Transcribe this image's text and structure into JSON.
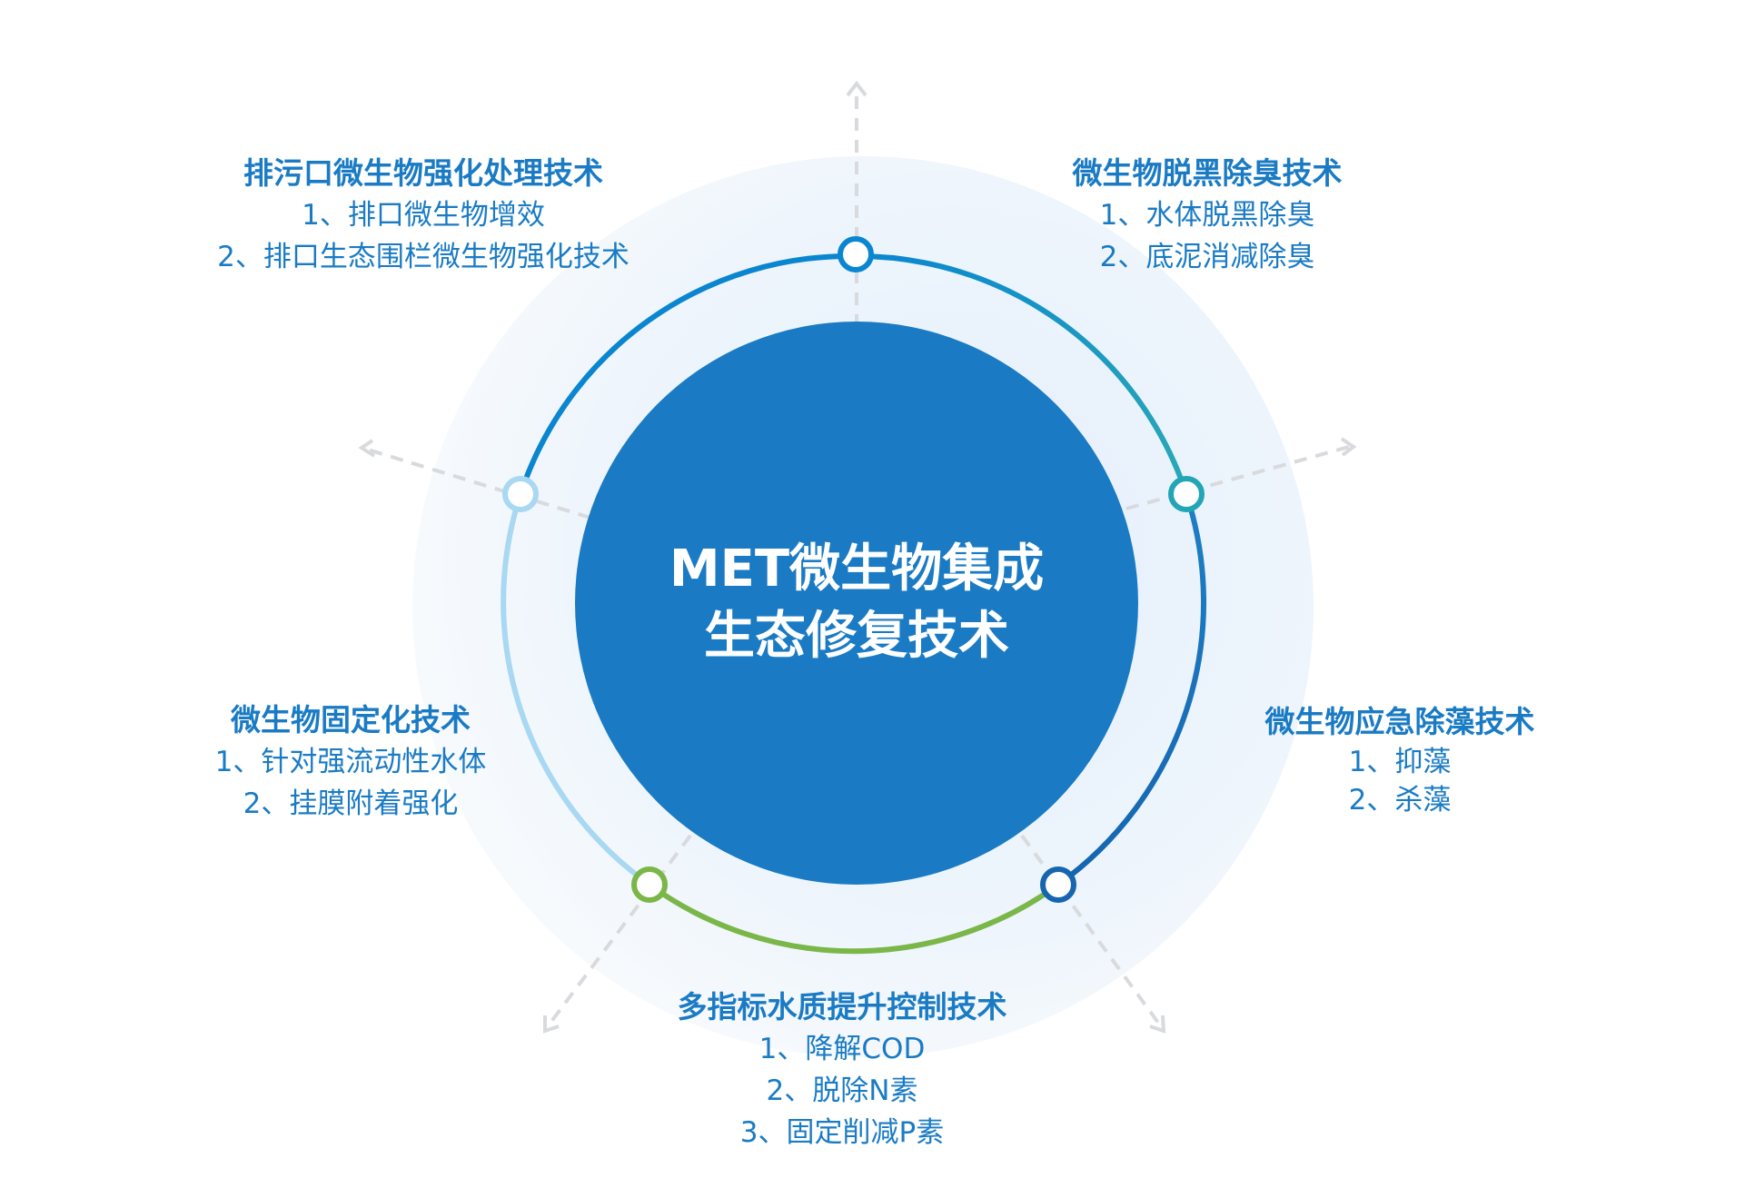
{
  "center": {
    "line1": "MET微生物集成",
    "line2": "生态修复技术"
  },
  "colors": {
    "core": "#1a7bc4",
    "text": "#1a7bc4",
    "top": "#0a86d0",
    "teal": "#22a5b6",
    "dark": "#1565b0",
    "green": "#7ab648",
    "light": "#a8d8f2"
  },
  "blocks": [
    {
      "title": "排污口微生物强化处理技术",
      "lines": [
        "1、排口微生物增效",
        "2、排口生态围栏微生物强化技术"
      ]
    },
    {
      "title": "微生物脱黑除臭技术",
      "lines": [
        "1、水体脱黑除臭",
        "2、底泥消减除臭"
      ]
    },
    {
      "title": "微生物固定化技术",
      "lines": [
        "1、针对强流动性水体",
        "2、挂膜附着强化"
      ]
    },
    {
      "title": "微生物应急除藻技术",
      "lines": [
        "1、抑藻",
        "2、杀藻"
      ]
    },
    {
      "title": "多指标水质提升控制技术",
      "lines": [
        "1、降解COD",
        "2、脱除N素",
        "3、固定削减P素"
      ]
    }
  ]
}
